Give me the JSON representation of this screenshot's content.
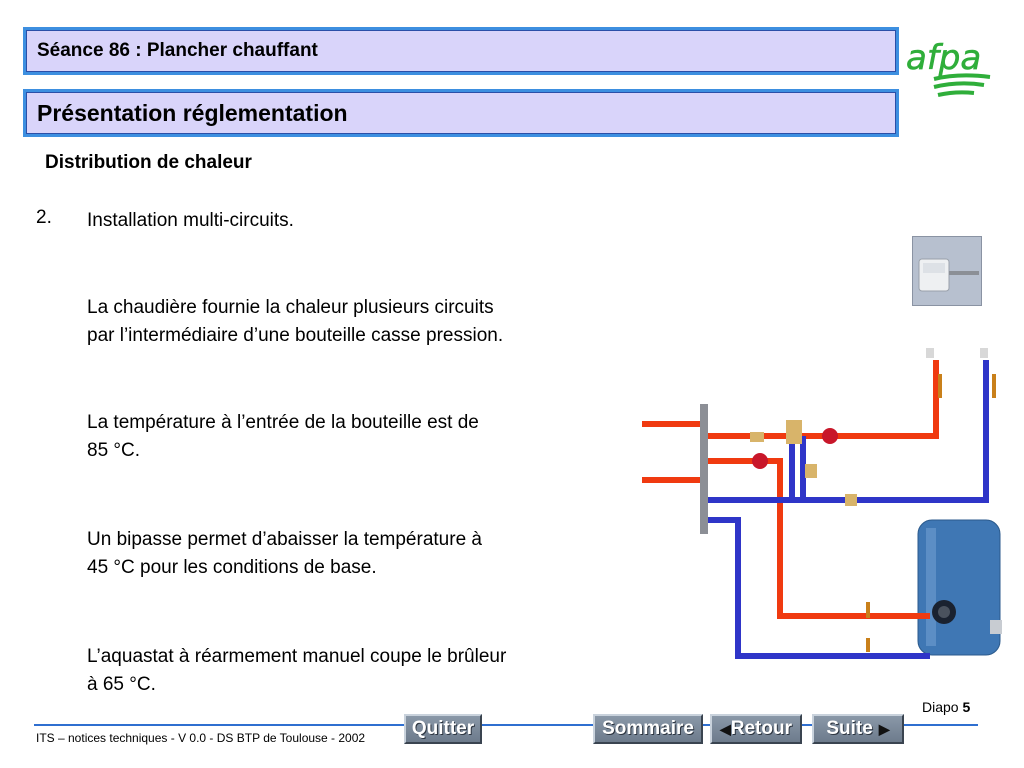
{
  "header": {
    "session_title": "Séance 86 : Plancher chauffant",
    "section_title": "Présentation réglementation"
  },
  "content": {
    "subheading": "Distribution de chaleur",
    "item_number": "2.",
    "item_title": "Installation multi-circuits.",
    "paragraphs": [
      [
        "La chaudière fournie la chaleur plusieurs circuits",
        "par l’intermédiaire d’une bouteille casse pression."
      ],
      [
        "La température à l’entrée de la bouteille est de",
        "85 °C."
      ],
      [
        "Un bipasse permet d’abaisser la température à",
        "45 °C pour les conditions de base."
      ],
      [
        "L’aquastat à réarmement manuel coupe le brûleur",
        "à 65 °C."
      ]
    ]
  },
  "logo": {
    "text": "afpa",
    "color": "#2fae3a"
  },
  "slide": {
    "label": "Diapo",
    "number": "5"
  },
  "footer": {
    "text": "ITS – notices techniques - V 0.0 - DS BTP de Toulouse - 2002"
  },
  "nav": {
    "quit_label": "Quitter",
    "summary_label": "Sommaire",
    "back_label": "Retour",
    "next_label": "Suite"
  },
  "colors": {
    "title_border": "#3d8fe0",
    "title_fill": "#d9d4fa",
    "hot_pipe": "#f03a10",
    "cold_pipe": "#2f35c8",
    "footer_rule": "#2f6fd0"
  }
}
